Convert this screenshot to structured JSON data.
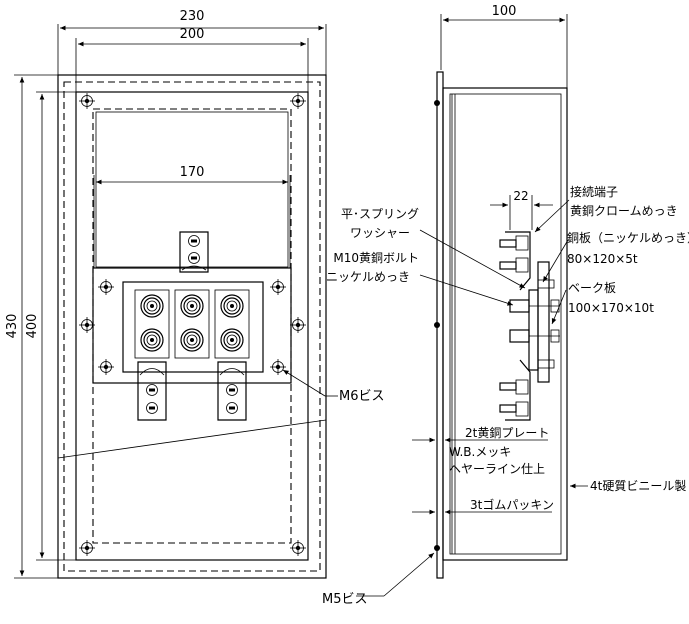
{
  "dimensions": {
    "front_width_outer": "230",
    "front_width_inner": "200",
    "front_height_outer": "430",
    "front_height_inner": "400",
    "terminal_span": "170",
    "side_depth": "100",
    "terminal_pitch": "22"
  },
  "labels": {
    "m6_screw": "M6ビス",
    "m5_screw": "M5ビス",
    "connection_terminal_1": "接続端子",
    "connection_terminal_2": "黄銅クロームめっき",
    "copper_plate_1": "銅板（ニッケルめっき）",
    "copper_plate_2": "80×120×5t",
    "flat_spring_1": "平･スプリング",
    "flat_spring_2": "ワッシャー",
    "bolt_1": "M10黄銅ボルト",
    "bolt_2": "ニッケルめっき",
    "bakelite_1": "ベーク板",
    "bakelite_2": "100×170×10t",
    "brass_plate_1": "2t黄銅プレート",
    "brass_plate_2": "W.B.メッキ",
    "brass_plate_3": "ヘヤーライン仕上",
    "vinyl": "4t硬質ビニール製",
    "packing": "3tゴムパッキン"
  }
}
